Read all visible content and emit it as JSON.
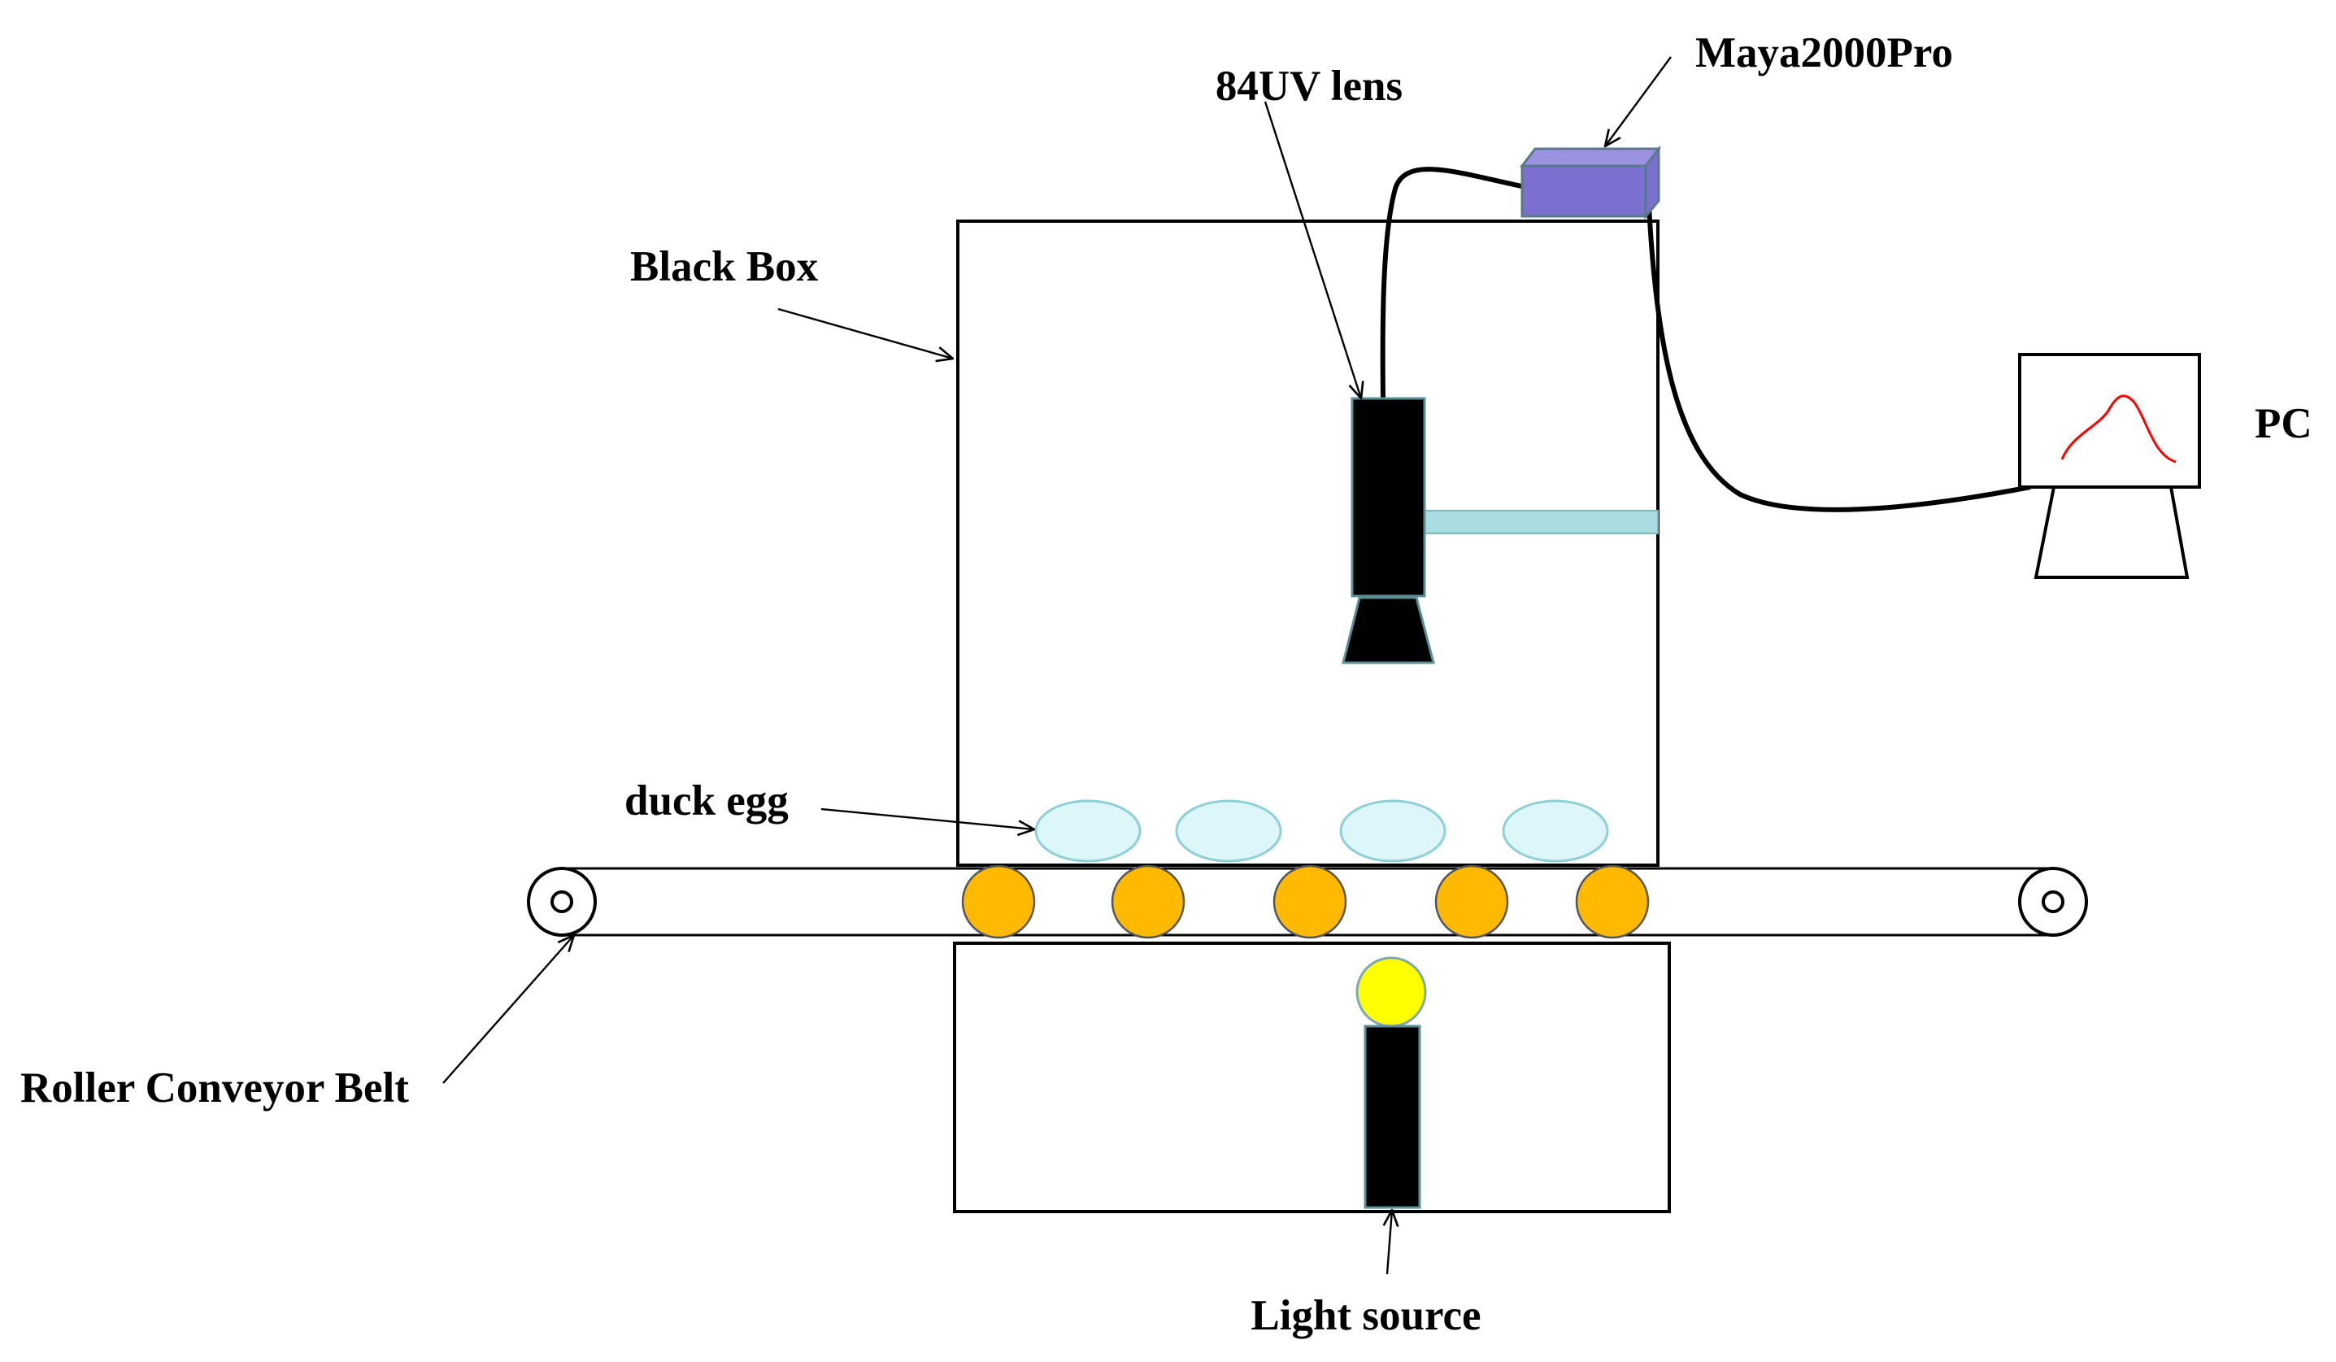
{
  "labels": {
    "spectrometer": "Maya2000Pro",
    "lens": "84UV lens",
    "black_box": "Black Box",
    "pc": "PC",
    "duck_egg": "duck egg",
    "conveyor": "Roller Conveyor Belt",
    "light_source": "Light source"
  },
  "colors": {
    "spectrometer_fill": "#7b6fd0",
    "spectrometer_top": "#9b93e2",
    "mount_arm": "#aadde2",
    "egg_fill": "#dcf6f9",
    "egg_stroke": "#8fcfd6",
    "roller_fill": "#ffba00",
    "lamp_bulb": "#ffff00",
    "spectrum_curve": "#ff0000",
    "outline": "#000000"
  }
}
